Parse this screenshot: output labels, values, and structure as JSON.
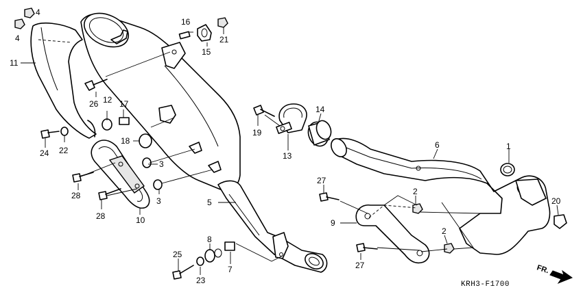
{
  "diagram_code": "KRH3-F1700",
  "direction_label": "FR.",
  "part_labels": [
    {
      "id": "p1",
      "text": "1"
    },
    {
      "id": "p2a",
      "text": "2"
    },
    {
      "id": "p2b",
      "text": "2"
    },
    {
      "id": "p3a",
      "text": "3"
    },
    {
      "id": "p3b",
      "text": "3"
    },
    {
      "id": "p4a",
      "text": "4"
    },
    {
      "id": "p4b",
      "text": "4"
    },
    {
      "id": "p5",
      "text": "5"
    },
    {
      "id": "p6",
      "text": "6"
    },
    {
      "id": "p7",
      "text": "7"
    },
    {
      "id": "p8",
      "text": "8"
    },
    {
      "id": "p9",
      "text": "9"
    },
    {
      "id": "p10",
      "text": "10"
    },
    {
      "id": "p11",
      "text": "11"
    },
    {
      "id": "p12",
      "text": "12"
    },
    {
      "id": "p13",
      "text": "13"
    },
    {
      "id": "p14",
      "text": "14"
    },
    {
      "id": "p15",
      "text": "15"
    },
    {
      "id": "p16",
      "text": "16"
    },
    {
      "id": "p17",
      "text": "17"
    },
    {
      "id": "p18",
      "text": "18"
    },
    {
      "id": "p19",
      "text": "19"
    },
    {
      "id": "p20",
      "text": "20"
    },
    {
      "id": "p21",
      "text": "21"
    },
    {
      "id": "p22",
      "text": "22"
    },
    {
      "id": "p23",
      "text": "23"
    },
    {
      "id": "p24",
      "text": "24"
    },
    {
      "id": "p25",
      "text": "25"
    },
    {
      "id": "p26",
      "text": "26"
    },
    {
      "id": "p27a",
      "text": "27"
    },
    {
      "id": "p27b",
      "text": "27"
    },
    {
      "id": "p28a",
      "text": "28"
    },
    {
      "id": "p28b",
      "text": "28"
    }
  ]
}
